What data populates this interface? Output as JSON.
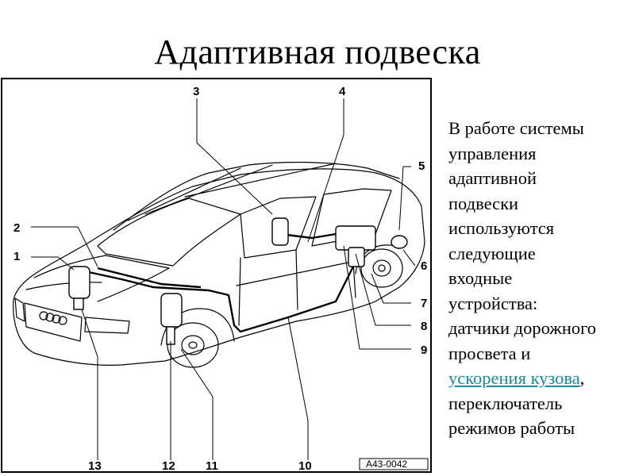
{
  "slide": {
    "title": "Адаптивная подвеска"
  },
  "diagram": {
    "callouts": [
      "1",
      "2",
      "3",
      "4",
      "5",
      "6",
      "7",
      "8",
      "9",
      "10",
      "11",
      "12",
      "13"
    ],
    "image_code": "A43-0042"
  },
  "text": {
    "line1": "В работе системы",
    "line2": "управления",
    "line3": "адаптивной",
    "line4": "подвески",
    "line5": "используются",
    "line6": "следующие",
    "line7": "входные",
    "line8": "устройства:",
    "line9": "датчики дорожного",
    "line10": "просвета и",
    "link": "ускорения кузова",
    "after_link": ",",
    "line12": "переключатель",
    "line13": "режимов работы"
  },
  "colors": {
    "link": "#1a8a94"
  }
}
